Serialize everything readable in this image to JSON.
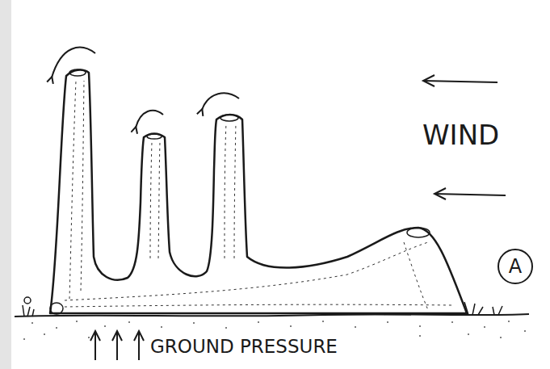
{
  "diagram": {
    "nodes": [
      {
        "text": [
          "A"
        ]
      }
    ],
    "labels": [
      "WIND",
      "GROUND PRESSURE"
    ]
  }
}
